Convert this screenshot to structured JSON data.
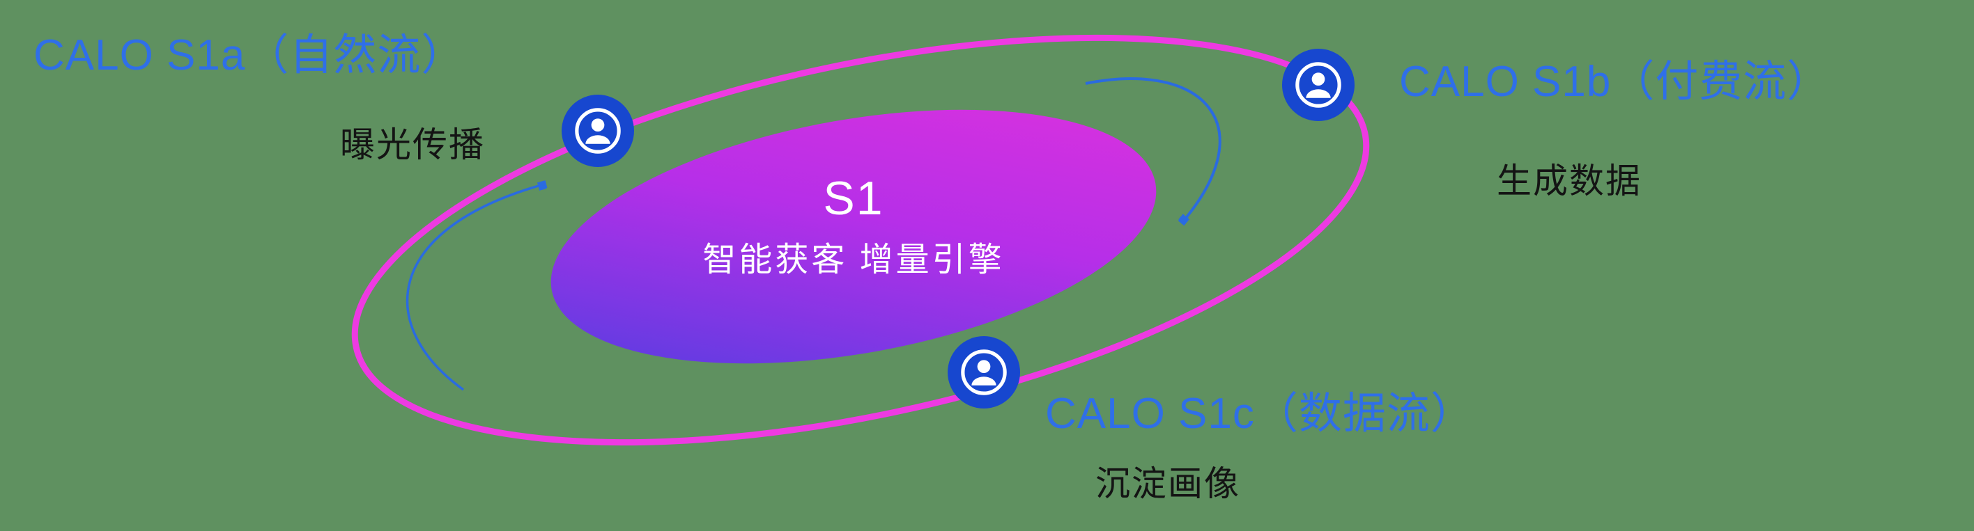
{
  "diagram": {
    "background_color": "#5f9160",
    "center": {
      "title": "S1",
      "subtitle": "智能获客  增量引擎",
      "gradient": [
        "#4b3fe0",
        "#b62fe8",
        "#e032dc"
      ]
    },
    "ring_color": "#ee3ae2",
    "arrow_color": "#2a6be0",
    "icon_color": "#1747cf",
    "nodes": [
      {
        "id": "s1a",
        "label": "CALO S1a（自然流）",
        "sublabel": "曝光传播",
        "icon": "user-icon"
      },
      {
        "id": "s1b",
        "label": "CALO S1b（付费流）",
        "sublabel": "生成数据",
        "icon": "user-icon"
      },
      {
        "id": "s1c",
        "label": "CALO S1c（数据流）",
        "sublabel": "沉淀画像",
        "icon": "user-icon"
      }
    ]
  }
}
